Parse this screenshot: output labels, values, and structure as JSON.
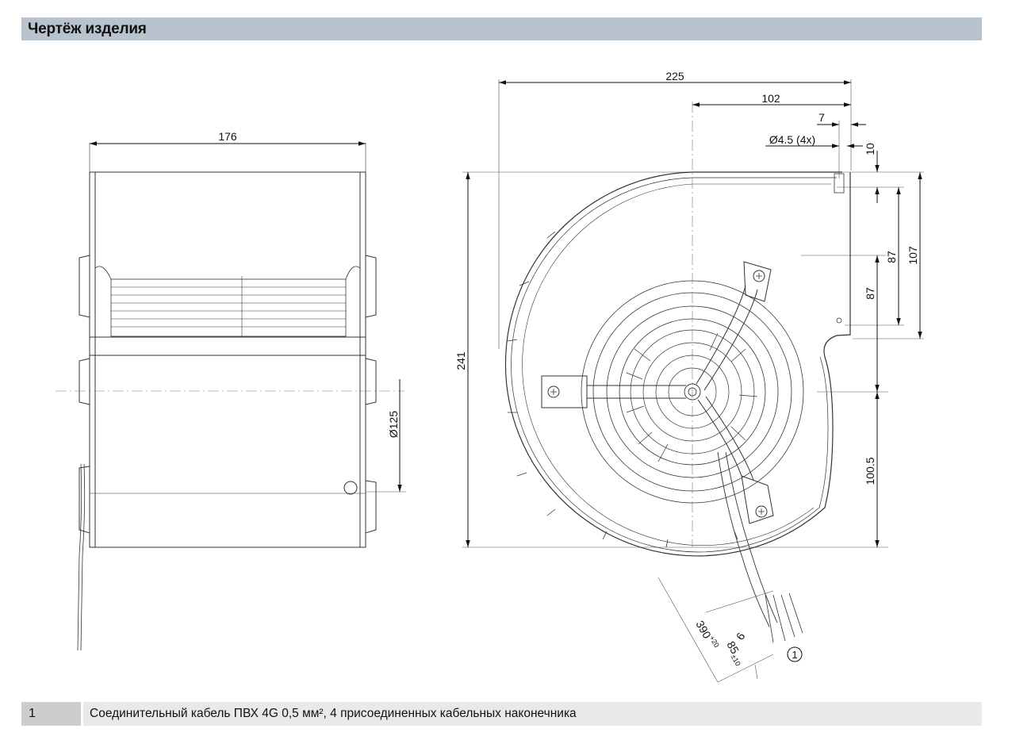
{
  "header": {
    "title": "Чертёж изделия"
  },
  "dimensions": {
    "side_width": "176",
    "side_diameter": "Ø125",
    "overall_width": "225",
    "offset_102": "102",
    "offset_7": "7",
    "holes": "Ø4.5 (4x)",
    "dim_10": "10",
    "dim_87_a": "87",
    "dim_87_b": "87",
    "dim_107": "107",
    "overall_height": "241",
    "dim_100_5": "100.5",
    "cable_390": "390",
    "cable_390_tol": "+20",
    "cable_6": "6",
    "cable_85": "85",
    "cable_85_tol": "±10",
    "callout_1": "1"
  },
  "legend": [
    {
      "num": "1",
      "text": "Соединительный кабель ПВХ 4G 0,5 мм², 4 присоединенных кабельных наконечника"
    }
  ]
}
